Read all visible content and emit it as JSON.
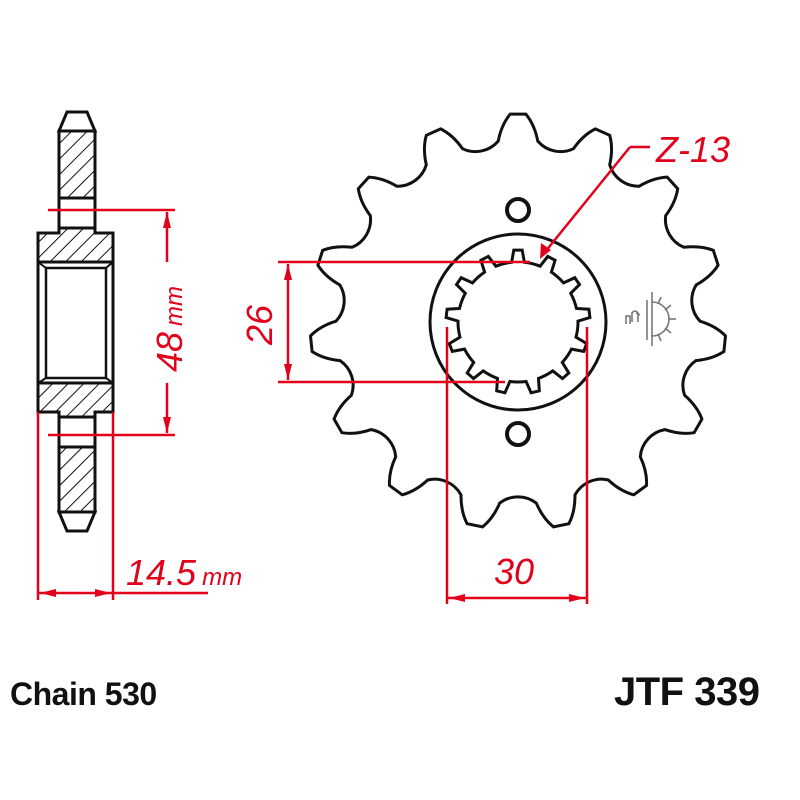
{
  "product": {
    "part_number": "JTF 339",
    "chain_label": "Chain 530"
  },
  "dimensions": {
    "hub_diameter": "48",
    "hub_diameter_unit": "mm",
    "width": "14.5",
    "width_unit": "mm",
    "spline_inner": "26",
    "spline_outer": "30",
    "spline_count_label": "Z-13"
  },
  "sprocket": {
    "teeth": 15,
    "spline_teeth": 13,
    "bolt_holes": 2
  },
  "colors": {
    "outline": "#111111",
    "dimension": "#e3001b",
    "symbol": "#777777"
  }
}
